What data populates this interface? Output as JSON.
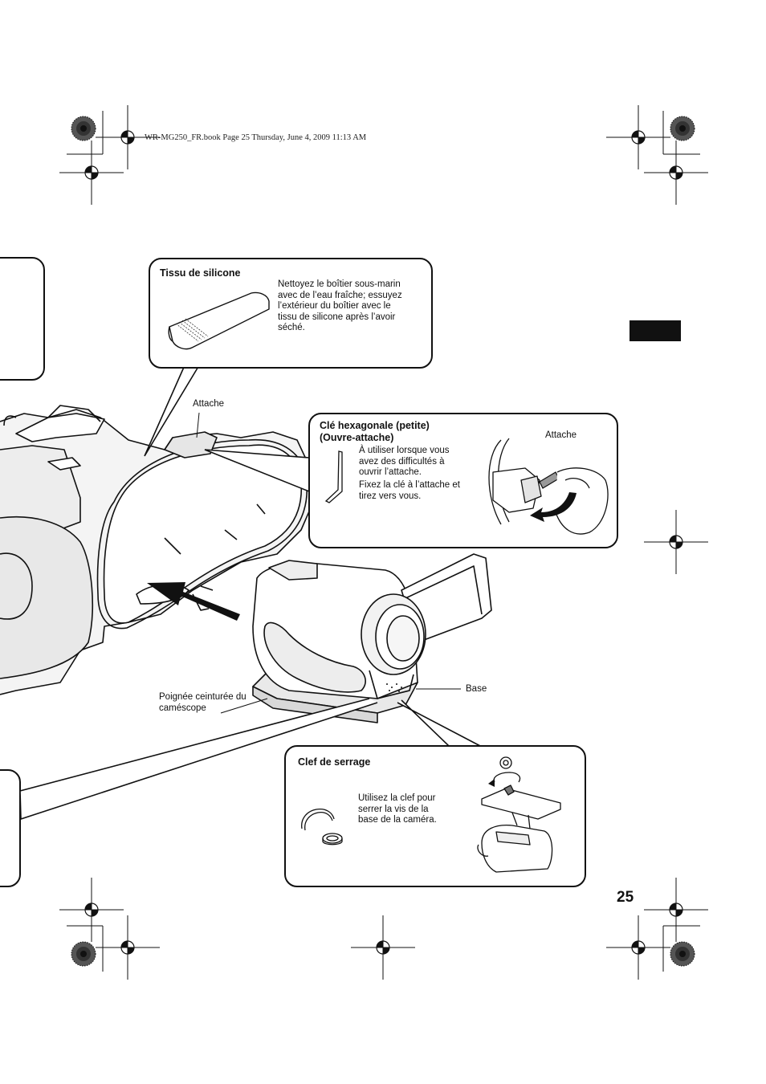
{
  "header": {
    "print_info": "WR-MG250_FR.book  Page 25  Thursday, June 4, 2009  11:13 AM"
  },
  "callouts": {
    "silicone": {
      "title": "Tissu de silicone",
      "text": "Nettoyez le boîtier sous-marin\navec de l’eau fraîche; essuyez\nl’extérieur du boîtier avec le\ntissu de silicone après l’avoir\nséché."
    },
    "hex_key": {
      "title_line1": "Clé hexagonale (petite)",
      "title_line2": "(Ouvre-attache)",
      "text1": "À utiliser lorsque vous\navez des difficultés à\nouvrir l’attache.",
      "text2": "Fixez la clé à l’attache et\ntirez vers vous.",
      "attache_label": "Attache"
    },
    "clamp_key": {
      "title": "Clef de serrage",
      "text": "Utilisez la clef pour\nserrer la vis de la\nbase de la caméra."
    }
  },
  "labels": {
    "attache": "Attache",
    "grip_strap": "Poignée ceinturée du\ncaméscope",
    "base": "Base"
  },
  "page_number": "25"
}
